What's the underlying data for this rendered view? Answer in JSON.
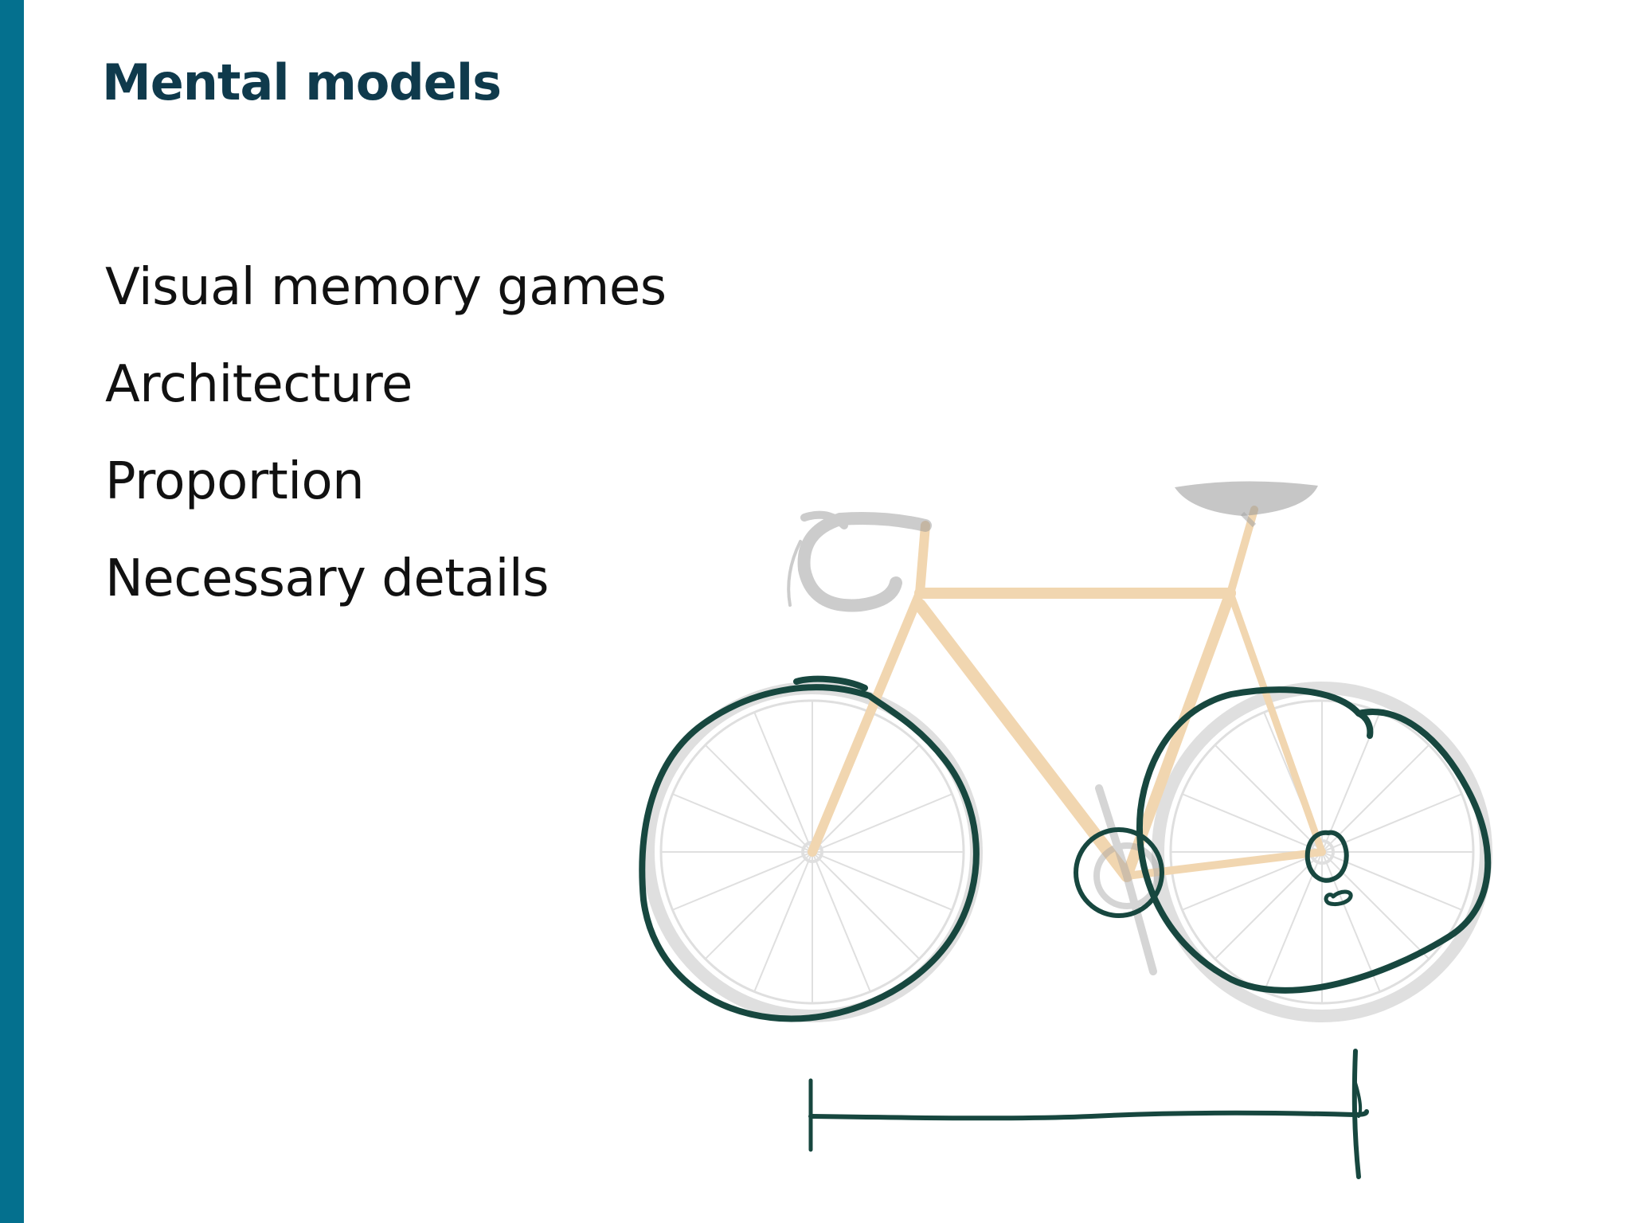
{
  "slide": {
    "title": "Mental models",
    "bullets": [
      "Visual memory games",
      "Architecture",
      "Proportion",
      "Necessary details"
    ]
  },
  "colors": {
    "accent_bar": "#04708e",
    "title": "#0f3a4c",
    "sketch_ink": "#17473f",
    "photo_frame": "#f0d2a8",
    "photo_wheel": "#dcdcdc"
  },
  "illustration": {
    "subject": "bicycle-photo-with-hand-drawn-sketch-overlay"
  }
}
